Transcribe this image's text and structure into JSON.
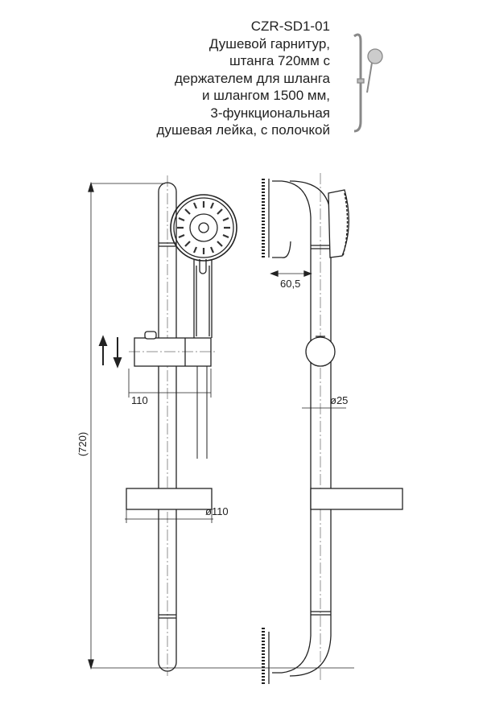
{
  "title": {
    "model": "CZR-SD1-01",
    "lines": [
      "Душевой гарнитур,",
      "штанга 720мм с",
      "держателем для шланга",
      "и шлангом 1500 мм,",
      "3-функциональная",
      "душевая лейка, с полочкой"
    ]
  },
  "dimensions": {
    "height": "(720)",
    "slider_width": "110",
    "shelf_diameter": "ø110",
    "wall_offset": "60,5",
    "bar_diameter": "ø25"
  }
}
